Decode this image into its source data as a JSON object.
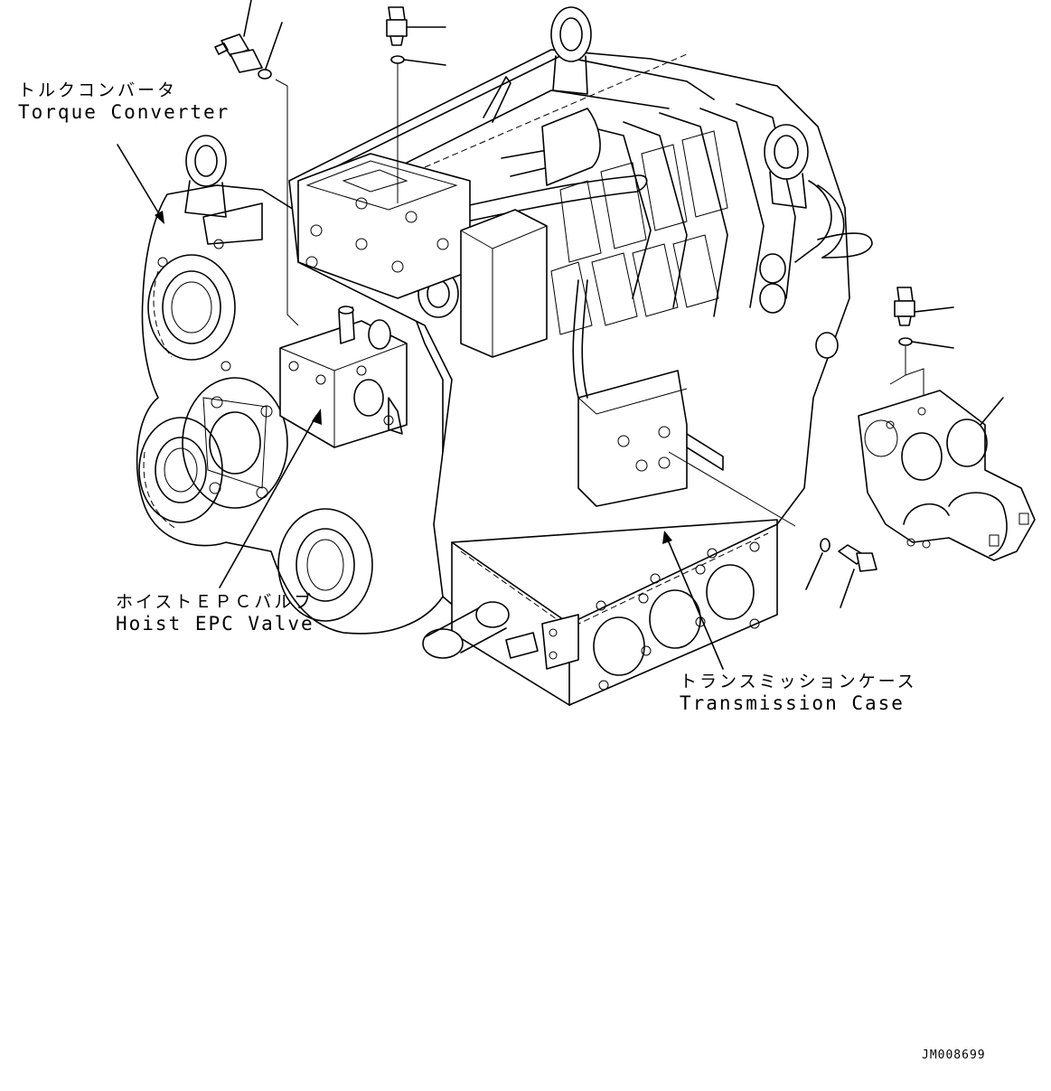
{
  "labels": {
    "torque_converter": {
      "jp": "トルクコンバータ",
      "en": "Torque Converter"
    },
    "hoist_epc_valve": {
      "jp": "ホイストＥＰＣバルブ",
      "en": "Hoist EPC Valve"
    },
    "transmission_case": {
      "jp": "トランスミッションケース",
      "en": "Transmission Case"
    }
  },
  "drawing_id": "JM008699"
}
